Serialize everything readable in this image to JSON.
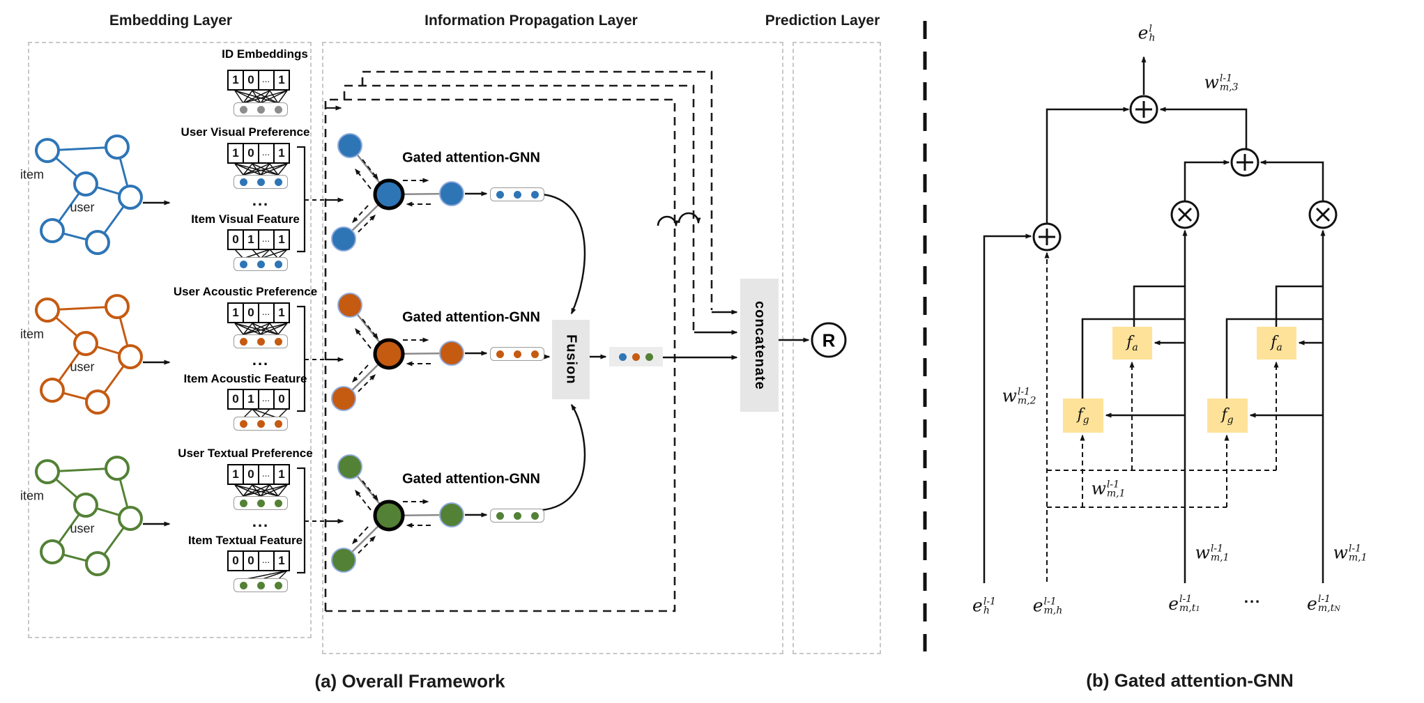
{
  "panel_a": {
    "headers": {
      "embedding": "Embedding Layer",
      "propagation": "Information Propagation Layer",
      "prediction": "Prediction Layer"
    },
    "caption": "(a) Overall Framework",
    "id_block": {
      "title": "ID Embeddings",
      "cells": [
        "1",
        "0",
        "...",
        "1"
      ]
    },
    "rows": [
      {
        "modality": "visual",
        "color": "#2E75B6",
        "item_label": "item",
        "user_label": "user",
        "pref_title": "User Visual Preference",
        "pref_cells": [
          "1",
          "0",
          "...",
          "1"
        ],
        "mid_ellipsis": "...",
        "feat_title": "Item Visual Feature",
        "feat_cells": [
          "0",
          "1",
          "...",
          "1"
        ],
        "gnn_label": "Gated attention-GNN"
      },
      {
        "modality": "acoustic",
        "color": "#C55A11",
        "item_label": "item",
        "user_label": "user",
        "pref_title": "User Acoustic Preference",
        "pref_cells": [
          "1",
          "0",
          "...",
          "1"
        ],
        "mid_ellipsis": "...",
        "feat_title": "Item Acoustic Feature",
        "feat_cells": [
          "0",
          "1",
          "...",
          "0"
        ],
        "gnn_label": "Gated attention-GNN"
      },
      {
        "modality": "textual",
        "color": "#538135",
        "item_label": "item",
        "user_label": "user",
        "pref_title": "User Textual Preference",
        "pref_cells": [
          "1",
          "0",
          "...",
          "1"
        ],
        "mid_ellipsis": "...",
        "feat_title": "Item Textual Feature",
        "feat_cells": [
          "0",
          "0",
          "...",
          "1"
        ],
        "gnn_label": "Gated attention-GNN"
      }
    ],
    "fusion_label": "Fusion",
    "concatenate_label": "concatenate",
    "r_label": "R"
  },
  "panel_b": {
    "caption": "(b) Gated attention-GNN",
    "labels": {
      "out": {
        "base": "e",
        "sup": "l",
        "sub": "h"
      },
      "w_m3": {
        "base": "w",
        "sup": "l-1",
        "sub": "m,3"
      },
      "w_m2": {
        "base": "w",
        "sup": "l-1",
        "sub": "m,2"
      },
      "w_m1": {
        "base": "w",
        "sup": "l-1",
        "sub": "m,1"
      },
      "fa": {
        "base": "f",
        "sub": "a"
      },
      "fg": {
        "base": "f",
        "sub": "g"
      },
      "in_h": {
        "base": "e",
        "sup": "l-1",
        "sub": "h"
      },
      "in_mh": {
        "base": "e",
        "sup": "l-1",
        "sub": "m,h"
      },
      "in_mt1": {
        "base": "e",
        "sup": "l-1",
        "sub": "m,t",
        "subsub": "1"
      },
      "in_mtN": {
        "base": "e",
        "sup": "l-1",
        "sub": "m,t",
        "subsub": "N"
      },
      "ellipsis": "..."
    }
  },
  "colors": {
    "blue": "#2E75B6",
    "orange": "#C55A11",
    "green": "#538135",
    "gray_dots": "#8C8C8C",
    "node_ring": "#8FAADC",
    "yellow_box": "#FFE299",
    "gray_box": "#E7E6E6",
    "fused_box": "#ECECEC",
    "light_border": "#C8C8C8",
    "line": "#111111"
  }
}
